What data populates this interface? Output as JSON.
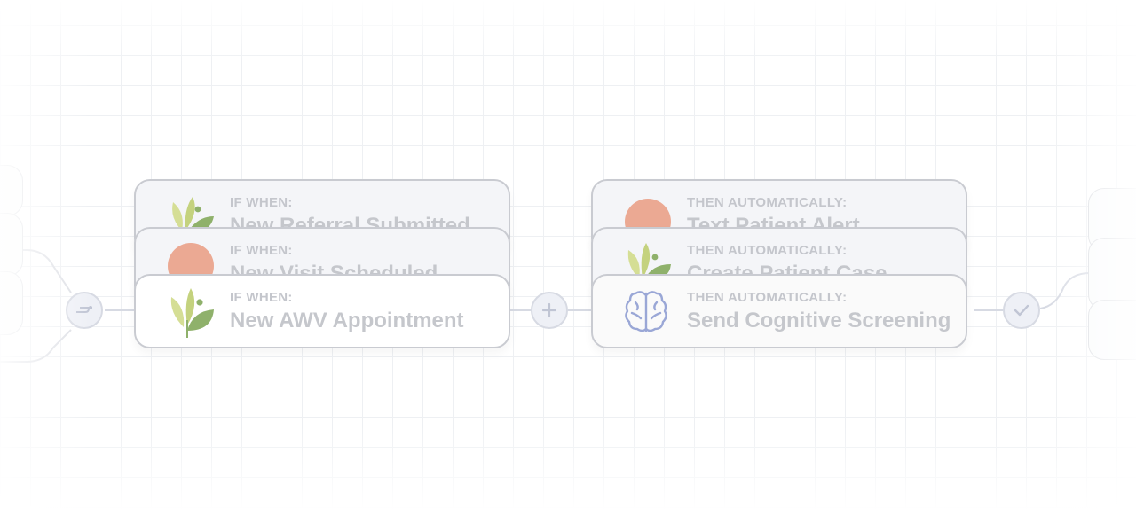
{
  "trigger_stack": [
    {
      "label": "IF WHEN:",
      "title": "New Referral Submitted",
      "icon": "leaf-logo-icon"
    },
    {
      "label": "IF WHEN:",
      "title": "New Visit Scheduled",
      "icon": "salmon-circle-icon"
    },
    {
      "label": "IF WHEN:",
      "title": "New AWV Appointment",
      "icon": "leaf-logo-icon"
    }
  ],
  "action_stack": [
    {
      "label": "THEN AUTOMATICALLY:",
      "title": "Text Patient Alert",
      "icon": "salmon-circle-icon"
    },
    {
      "label": "THEN AUTOMATICALLY:",
      "title": "Create Patient Case",
      "icon": "leaf-logo-icon"
    },
    {
      "label": "THEN AUTOMATICALLY:",
      "title": "Send Cognitive Screening",
      "icon": "brain-icon"
    }
  ],
  "nodes": {
    "branch": "branch-icon",
    "add": "plus-icon",
    "done": "check-icon"
  },
  "colors": {
    "leaf_light": "#d5de95",
    "leaf_dark": "#8fb16b",
    "salmon": "#eba993",
    "brain": "#9aa7d6",
    "connector": "#d7dae3"
  }
}
